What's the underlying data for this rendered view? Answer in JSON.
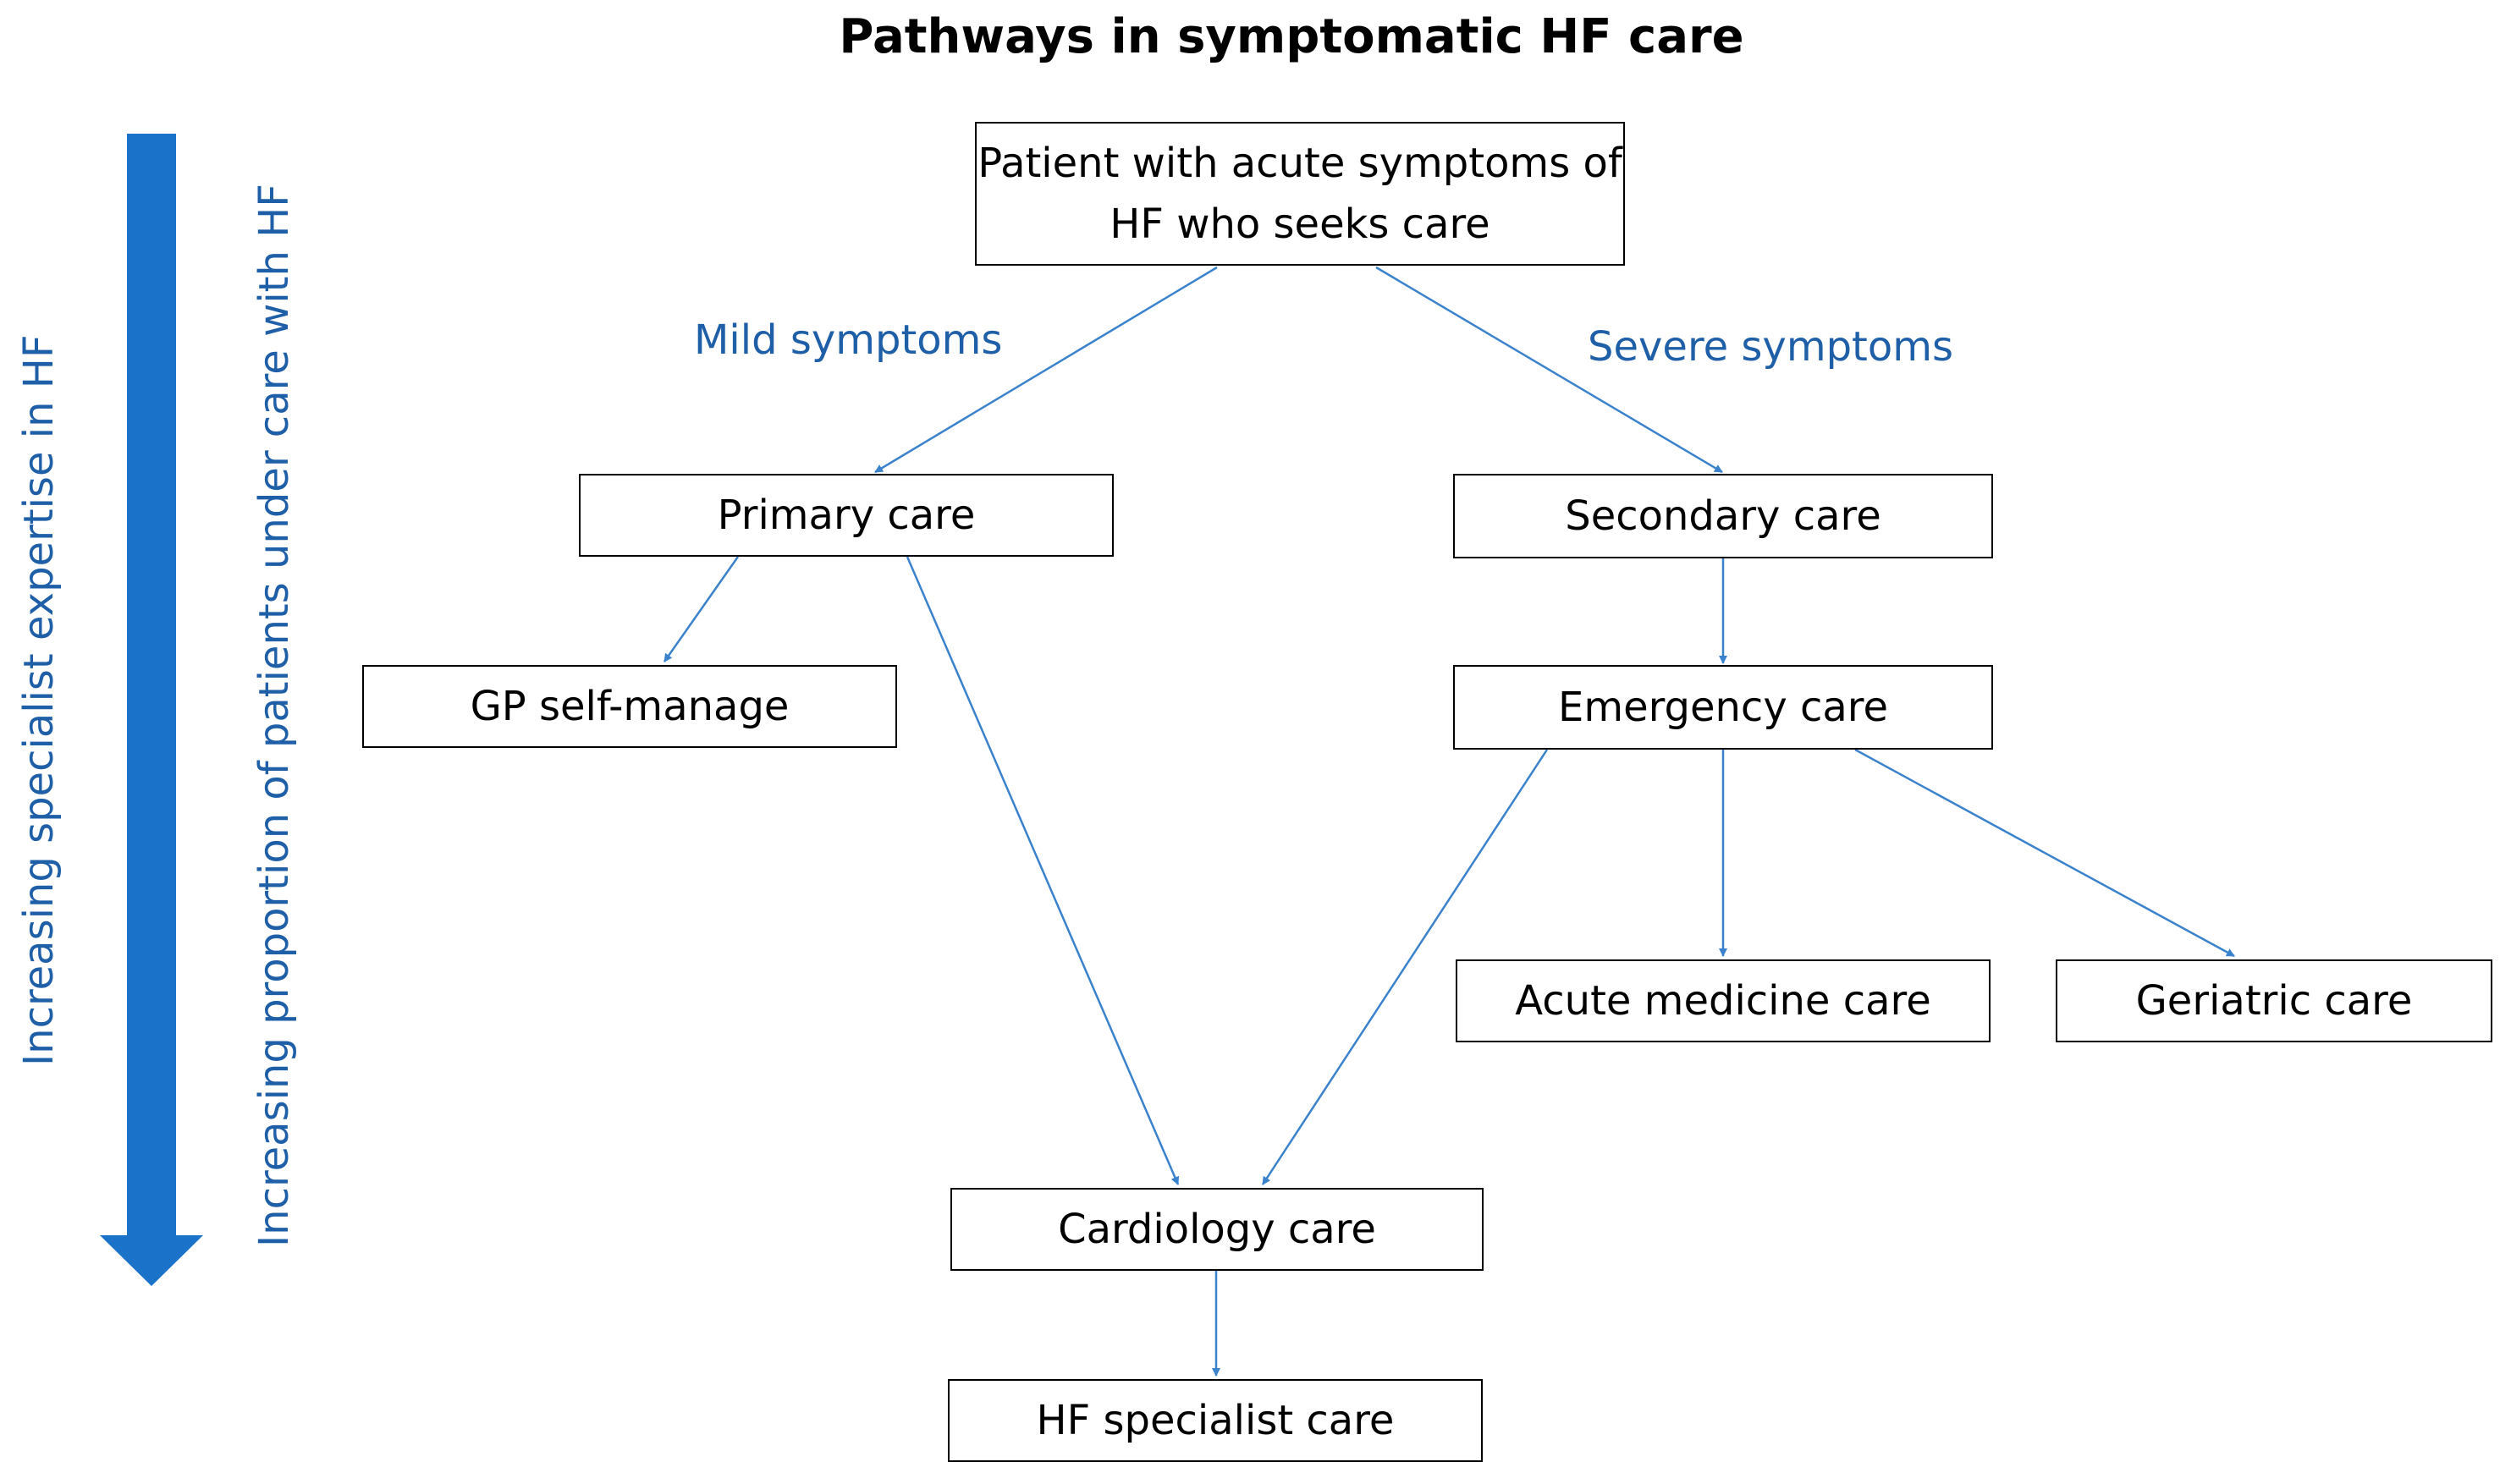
{
  "title": "Pathways in symptomatic HF care",
  "nodes": {
    "patient": "Patient with acute symptoms of HF who seeks care",
    "primary_care": "Primary care",
    "secondary_care": "Secondary care",
    "gp_self_manage": "GP self-manage",
    "emergency_care": "Emergency care",
    "acute_medicine_care": "Acute medicine care",
    "geriatric_care": "Geriatric care",
    "cardiology_care": "Cardiology care",
    "hf_specialist_care": "HF specialist care"
  },
  "edge_labels": {
    "mild": "Mild symptoms",
    "severe": "Severe symptoms"
  },
  "side_labels": {
    "expertise": "Increasing specialist expertise in HF",
    "proportion": "Increasing proportion of patients under care with HF"
  },
  "colors": {
    "arrow": "#3b82cc",
    "side_arrow": "#1a73c9",
    "label_blue": "#1f5fa8",
    "box_border": "#000000"
  }
}
